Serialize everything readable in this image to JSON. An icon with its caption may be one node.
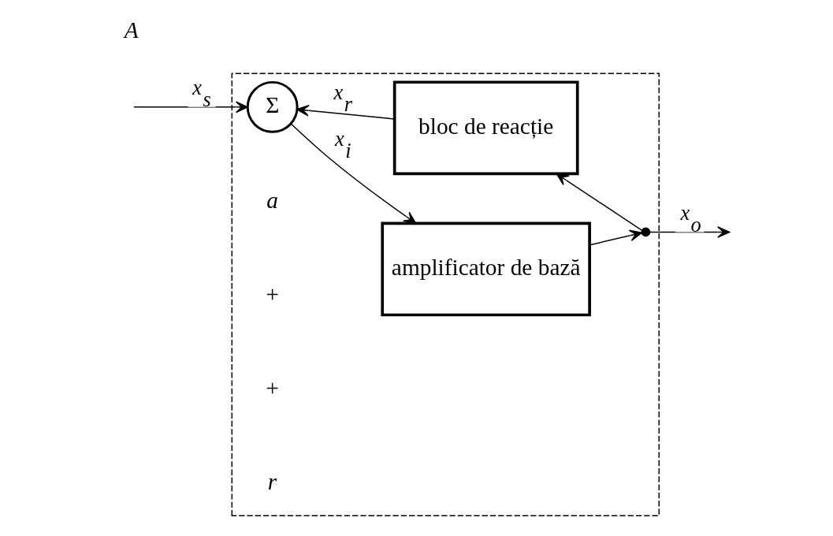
{
  "diagram": {
    "nodes": [
      {
        "text": [],
        "shape": "box"
      },
      {
        "text": [
          "Σ"
        ],
        "in": 0
      },
      {
        "text": [
          "amplificator de bază"
        ],
        "in": 0
      },
      {
        "text": [
          "bloc de reacție"
        ],
        "in": 0
      },
      {
        "text": [],
        "shape": "circle",
        "in": 0
      }
    ],
    "edges": [
      {
        "from": null,
        "to": 1,
        "arrow": "to",
        "label": "x$_{s}$"
      },
      {
        "from": 1,
        "to": 2,
        "arrow": "to",
        "label": "x$_{i}$"
      },
      {
        "from": 2,
        "to": 4,
        "arrow": "to"
      },
      {
        "from": 4,
        "to": null,
        "arrow": "to",
        "label": "x$_{o}$"
      },
      {
        "from": 4,
        "to": 3,
        "arrow": "to"
      },
      {
        "from": 3,
        "to": 1,
        "arrow": "to",
        "label": "x$_{r}$"
      }
    ],
    "labels": [
      "a",
      "+",
      "+",
      "r",
      "A"
    ]
  }
}
